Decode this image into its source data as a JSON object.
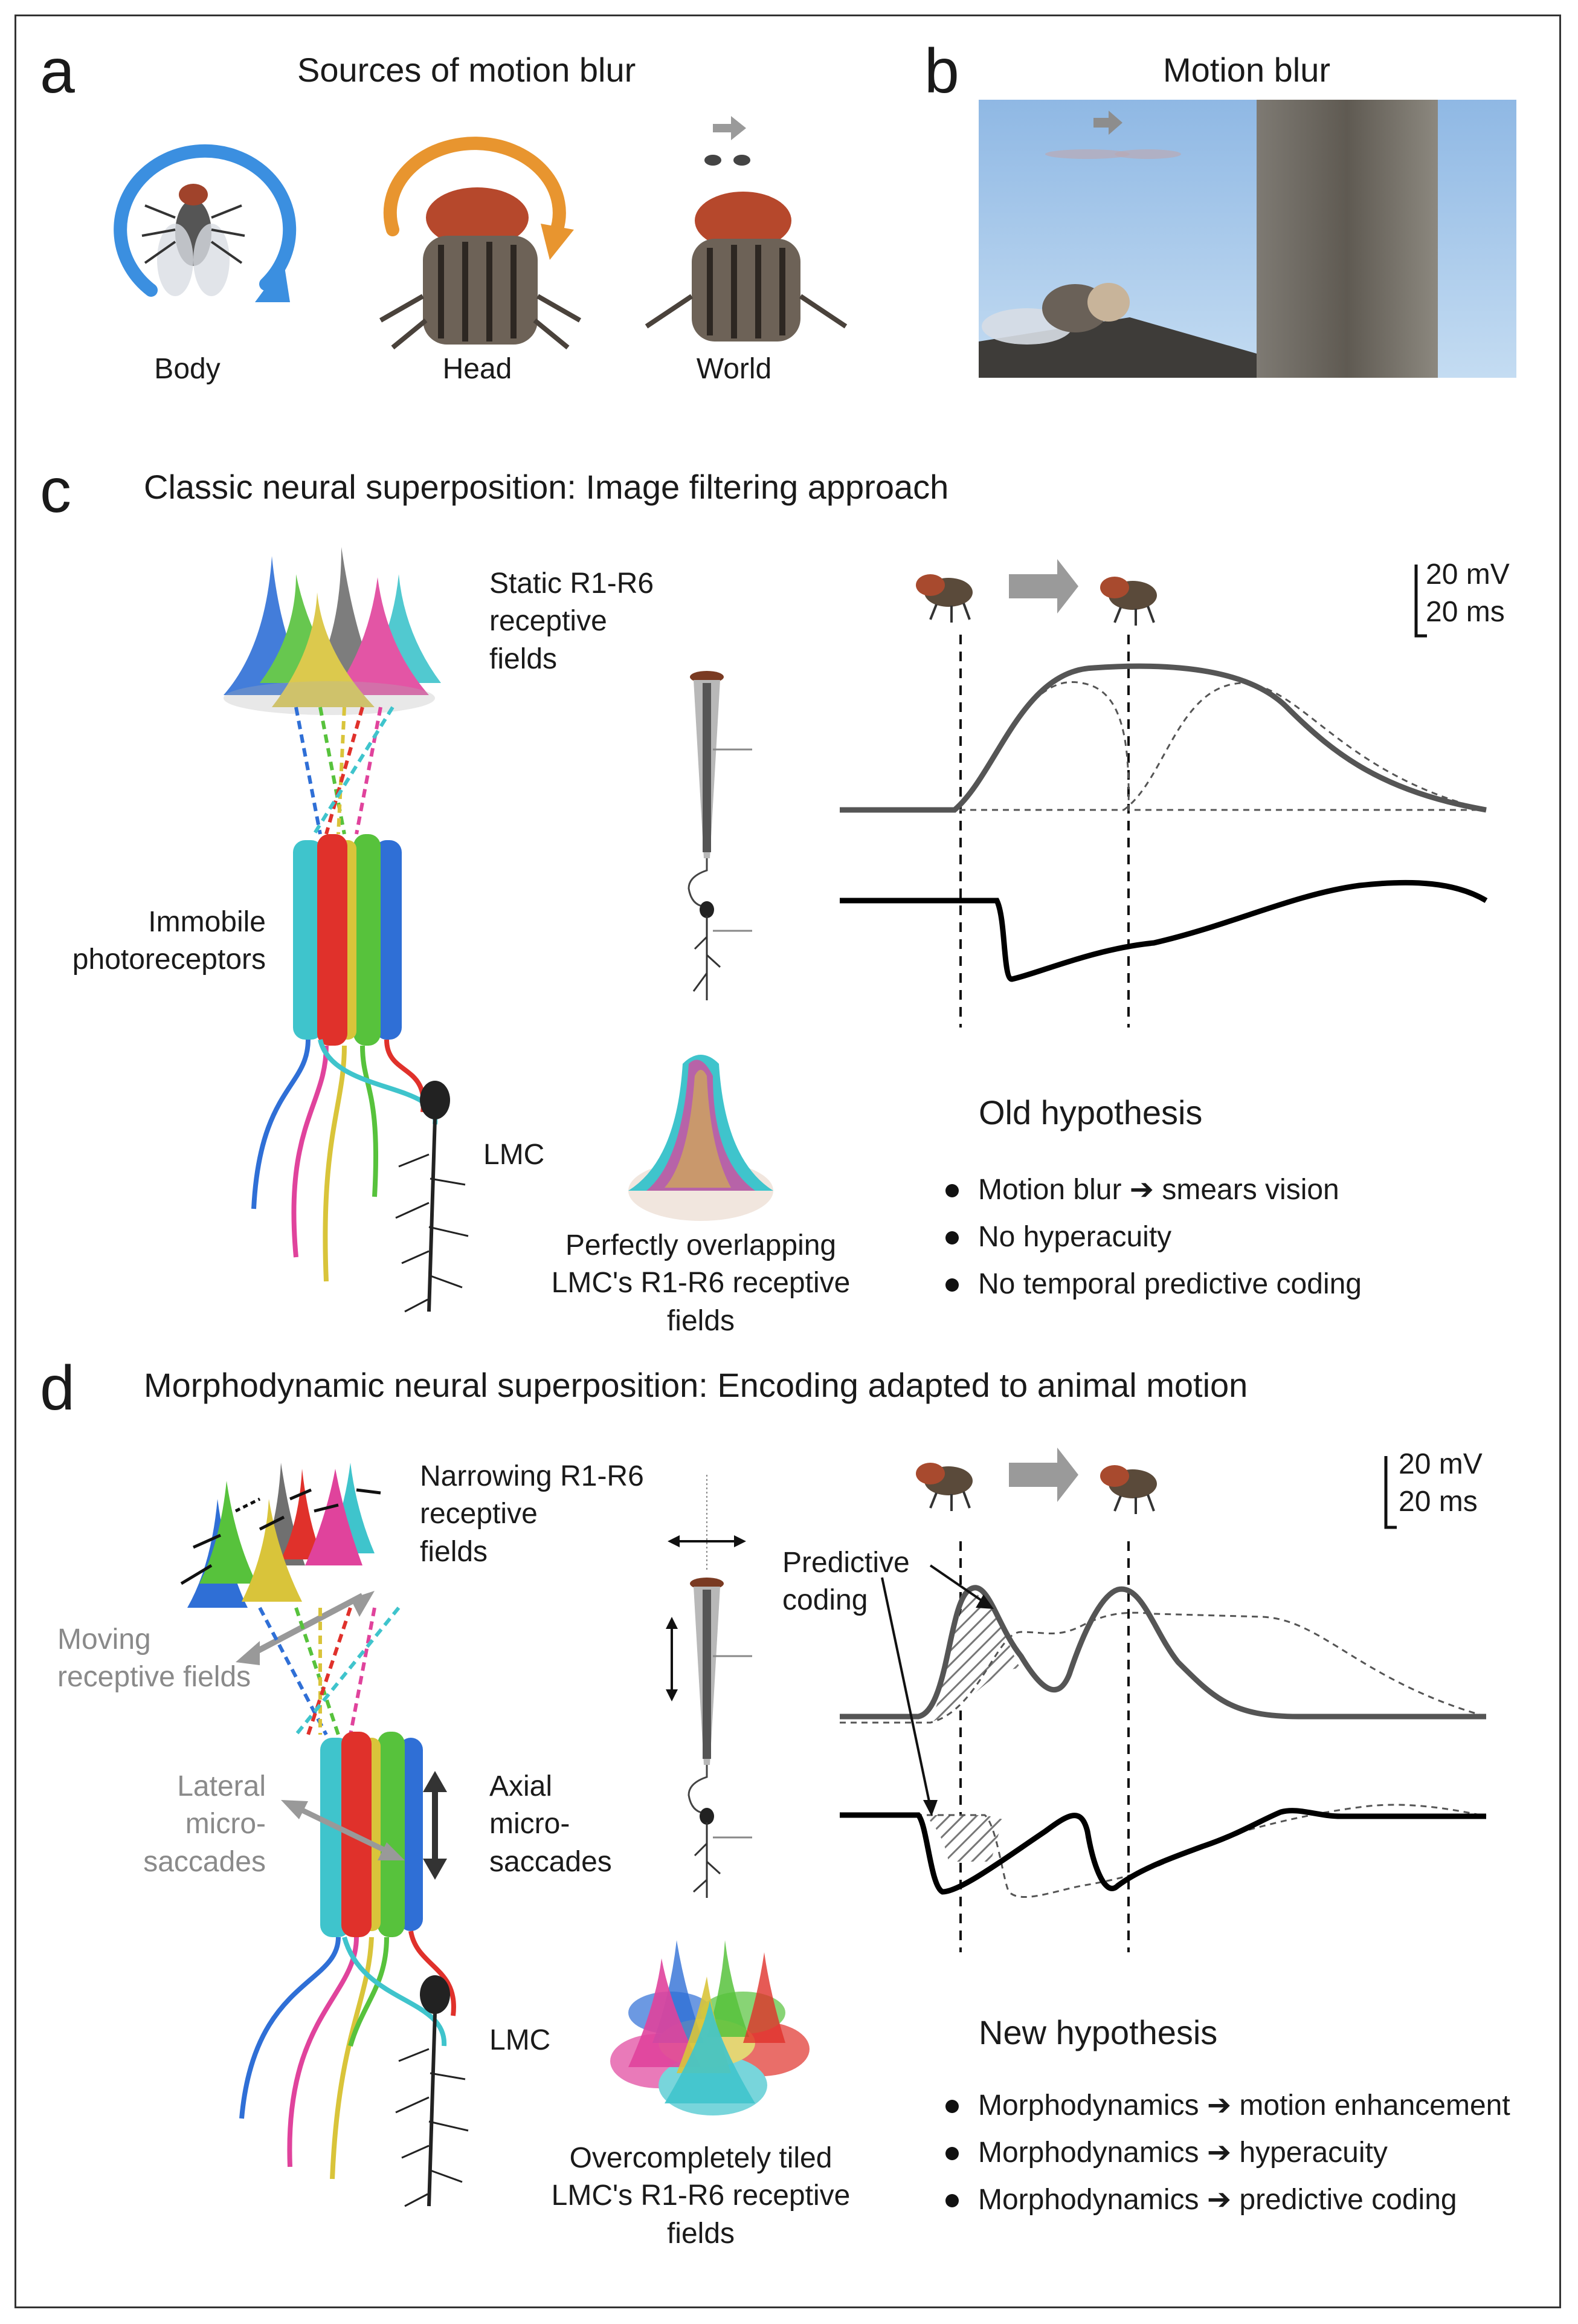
{
  "panel_a": {
    "letter": "a",
    "title": "Sources of motion blur",
    "labels": [
      "Body",
      "Head",
      "World"
    ]
  },
  "panel_b": {
    "letter": "b",
    "title": "Motion blur"
  },
  "panel_c": {
    "letter": "c",
    "title": "Classic neural superposition: Image filtering approach",
    "rf_label": "Static R1-R6\nreceptive\nfields",
    "photo_label": "Immobile\nphotoreceptors",
    "lmc_label": "LMC",
    "overlap_label": "Perfectly overlapping\nLMC's R1-R6 receptive fields",
    "scale_mv": "20 mV",
    "scale_ms": "20 ms",
    "hypothesis_title": "Old hypothesis",
    "bullets": [
      "Motion blur ➔ smears vision",
      "No hyperacuity",
      "No temporal predictive coding"
    ]
  },
  "panel_d": {
    "letter": "d",
    "title": "Morphodynamic neural superposition: Encoding adapted to animal motion",
    "rf_label": "Narrowing R1-R6\nreceptive\nfields",
    "moving_label": "Moving\nreceptive fields",
    "lateral_label": "Lateral\nmicro-\nsaccades",
    "axial_label": "Axial\nmicro-\nsaccades",
    "lmc_label": "LMC",
    "predictive_label": "Predictive\ncoding",
    "tiled_label": "Overcompletely tiled\nLMC's R1-R6 receptive fields",
    "scale_mv": "20 mV",
    "scale_ms": "20 ms",
    "hypothesis_title": "New  hypothesis",
    "bullets": [
      "Morphodynamics ➔ motion enhancement",
      "Morphodynamics ➔ hyperacuity",
      "Morphodynamics ➔ predictive coding"
    ]
  },
  "colors": {
    "blue": "#2f6fd6",
    "red": "#e0312b",
    "green": "#57c23c",
    "yellow": "#d9c43a",
    "cyan": "#3fc4cc",
    "magenta": "#e0439c",
    "grey": "#707070",
    "orange": "#e8952f",
    "sky": "#9fc6e8"
  }
}
